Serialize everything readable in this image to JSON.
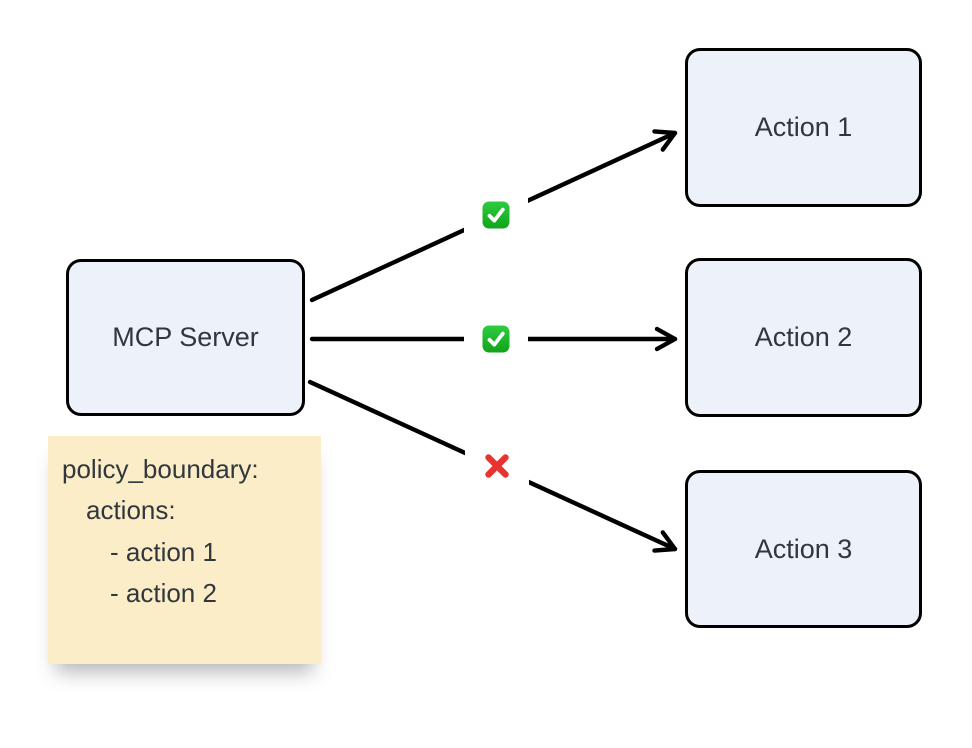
{
  "diagram": {
    "nodes": {
      "server": {
        "label": "MCP Server"
      },
      "actions": [
        {
          "label": "Action 1"
        },
        {
          "label": "Action 2"
        },
        {
          "label": "Action 3"
        }
      ]
    },
    "note": {
      "lines": [
        "policy_boundary:",
        "actions:",
        "- action 1",
        "- action 2"
      ]
    },
    "connections": [
      {
        "from": "MCP Server",
        "to": "Action 1",
        "status": "allowed",
        "icon": "check-icon"
      },
      {
        "from": "MCP Server",
        "to": "Action 2",
        "status": "allowed",
        "icon": "check-icon"
      },
      {
        "from": "MCP Server",
        "to": "Action 3",
        "status": "blocked",
        "icon": "cross-icon"
      }
    ],
    "colors": {
      "node_fill": "#ECF1FA",
      "node_border": "#000000",
      "text": "#31373D",
      "note_fill": "#FAEDC8",
      "arrow": "#000000",
      "allowed_green_top": "#2ECC40",
      "allowed_green_bottom": "#10A41B",
      "blocked_red": "#E93330"
    }
  }
}
